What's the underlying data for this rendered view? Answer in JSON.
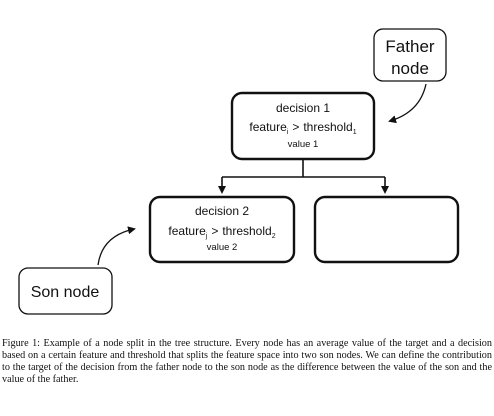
{
  "callouts": {
    "father": {
      "line1": "Father",
      "line2": "node"
    },
    "son": {
      "label": "Son node"
    }
  },
  "nodes": {
    "parent": {
      "title": "decision 1",
      "condition_left": "feature",
      "condition_left_sub": "i",
      "condition_op": ">",
      "condition_right": "threshold",
      "condition_right_sub": "1",
      "value": "value 1"
    },
    "left_child": {
      "title": "decision 2",
      "condition_left": "feature",
      "condition_left_sub": "j",
      "condition_op": ">",
      "condition_right": "threshold",
      "condition_right_sub": "2",
      "value": "value 2"
    },
    "right_child": {}
  },
  "caption": {
    "label": "Figure 1:",
    "text": "Example of a node split in the tree structure. Every node has an average value of the target and a decision based on a certain feature and threshold that splits the feature space into two son nodes. We can define the contribution to the target of the decision from the father node to the son node as the difference between the value of the son and the value of the father."
  }
}
